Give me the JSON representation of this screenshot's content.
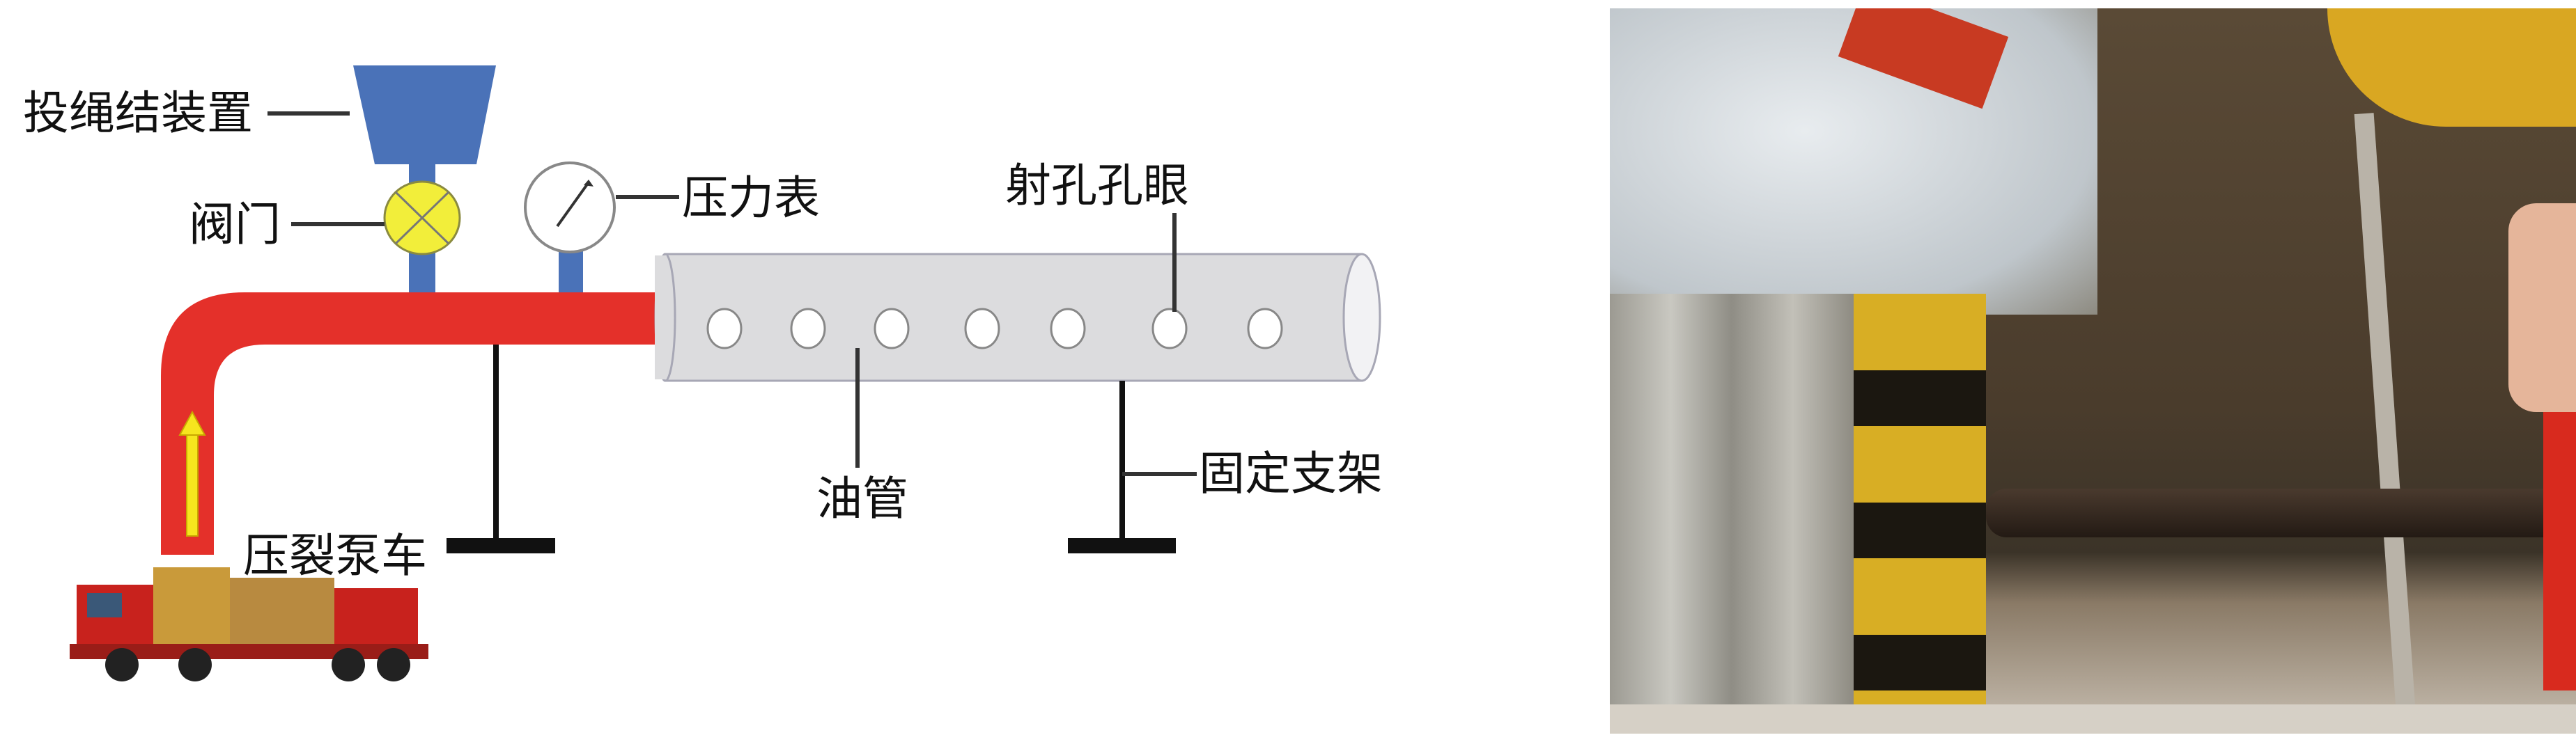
{
  "diagram": {
    "labels": {
      "rope_device": "投绳结装置",
      "valve": "阀门",
      "pressure_gauge": "压力表",
      "perforation_holes": "射孔孔眼",
      "tubing": "油管",
      "fixed_support": "固定支架",
      "frac_pump_truck": "压裂泵车"
    },
    "colors": {
      "pipe": "#e4302a",
      "funnel": "#4a72b8",
      "valve": "#f2ee3a",
      "tube": "#dcdcde",
      "arrow": "#f7e51e"
    },
    "hole_count": 7
  }
}
